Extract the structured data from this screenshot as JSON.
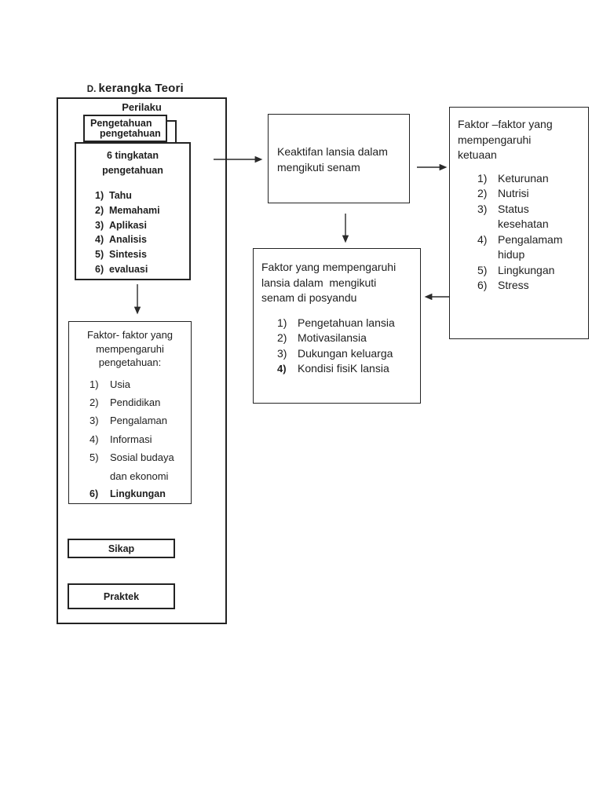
{
  "page": {
    "heading_prefix": "D. ",
    "heading_text": "kerangka Teori"
  },
  "left_panel": {
    "header": "Perilaku",
    "knowledge_stack": {
      "line1": "Pengetahuan",
      "line2": "pengetahuan"
    },
    "levels": {
      "title": [
        "6 tingkatan",
        "pengetahuan"
      ],
      "items": [
        {
          "num": "1)",
          "text": "Tahu"
        },
        {
          "num": "2)",
          "text": "Memahami"
        },
        {
          "num": "3)",
          "text": "Aplikasi"
        },
        {
          "num": "4)",
          "text": "Analisis"
        },
        {
          "num": "5)",
          "text": "Sintesis"
        },
        {
          "num": "6)",
          "text": "evaluasi"
        }
      ]
    },
    "knowledge_factors": {
      "title": [
        "Faktor- faktor yang",
        "mempengaruhi",
        "pengetahuan:"
      ],
      "items": [
        {
          "num": "1)",
          "text": "Usia"
        },
        {
          "num": "2)",
          "text": "Pendidikan"
        },
        {
          "num": "3)",
          "text": "Pengalaman"
        },
        {
          "num": "4)",
          "text": "Informasi"
        },
        {
          "num": "5)",
          "text": "Sosial budaya dan ekonomi"
        },
        {
          "num": "6)",
          "text": "Lingkungan"
        }
      ]
    },
    "sikap_label": "Sikap",
    "praktek_label": "Praktek"
  },
  "center": {
    "activity_box": {
      "line1": "Keaktifan lansia dalam",
      "line2": "mengikuti senam"
    },
    "participation_factors": {
      "title": [
        "Faktor yang mempengaruhi",
        "lansia dalam  mengikuti",
        "senam di posyandu"
      ],
      "items": [
        {
          "num": "1)",
          "text": "Pengetahuan lansia"
        },
        {
          "num": "2)",
          "text": "Motivasilansia"
        },
        {
          "num": "3)",
          "text": "Dukungan keluarga"
        },
        {
          "num": "4)",
          "text": "Kondisi fisiK lansia"
        }
      ]
    }
  },
  "right_panel": {
    "aging_factors": {
      "title": [
        "Faktor –faktor yang",
        "mempengaruhi",
        "ketuaan"
      ],
      "items": [
        {
          "num": "1)",
          "text": "Keturunan"
        },
        {
          "num": "2)",
          "text": "Nutrisi"
        },
        {
          "num": "3)",
          "text": "Status kesehatan"
        },
        {
          "num": "4)",
          "text": "Pengalamam hidup"
        },
        {
          "num": "5)",
          "text": "Lingkungan"
        },
        {
          "num": "6)",
          "text": "Stress"
        }
      ]
    }
  },
  "colors": {
    "ink": "#1e1e1e",
    "background": "#ffffff"
  }
}
